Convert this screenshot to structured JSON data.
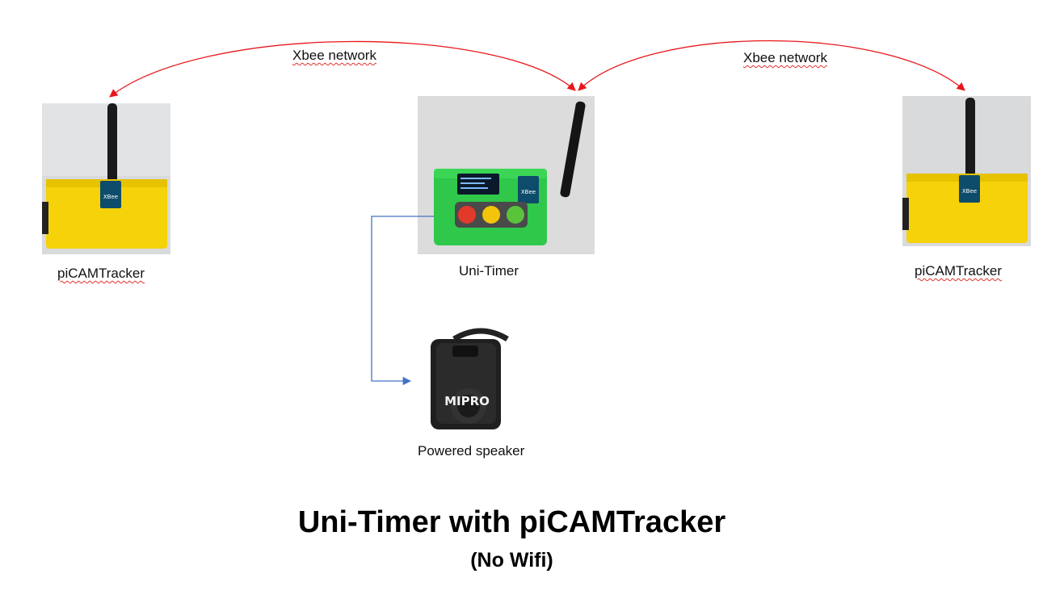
{
  "nodes": {
    "left_tracker": {
      "label": "piCAMTracker",
      "badge": "XBee"
    },
    "center_timer": {
      "label": "Uni-Timer",
      "badge": "XBee"
    },
    "right_tracker": {
      "label": "piCAMTracker",
      "badge": "XBee"
    },
    "speaker": {
      "label": "Powered speaker",
      "brand": "MIPRO"
    }
  },
  "links": {
    "left_link_label": "Xbee network",
    "right_link_label": "Xbee network"
  },
  "heading": {
    "title": "Uni-Timer with piCAMTracker",
    "subtitle": "(No Wifi)"
  },
  "colors": {
    "xbee_arrow": "#e8161b",
    "audio_arrow": "#4472c4",
    "tracker_body": "#f5d20a",
    "timer_body": "#2fc84a"
  }
}
